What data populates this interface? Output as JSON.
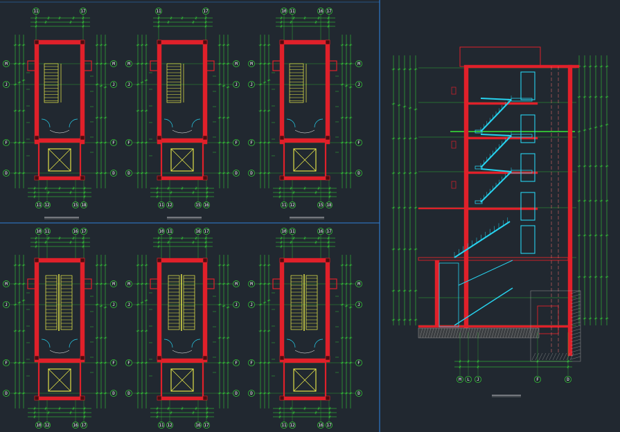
{
  "colors": {
    "background": "#212830",
    "dimension": "#38e838",
    "wall": "#e0202a",
    "stair": "#f2f24a",
    "section_stair": "#27d4f0",
    "elevator": "#f2f24a",
    "text": "#ffffff",
    "divider": "#2f7fd8",
    "ground_hatch": "#9a9a9a",
    "cut_line": "#e06868"
  },
  "plans": [
    {
      "id": "plan-1",
      "top_axes": [
        "11",
        "17"
      ],
      "side_axes": [
        "M",
        "J",
        "F",
        "D"
      ],
      "bottom_axes": [
        "11",
        "12",
        "15",
        "18"
      ],
      "stair_color": "yellow",
      "door_color": "cyan"
    },
    {
      "id": "plan-2",
      "top_axes": [
        "11",
        "17"
      ],
      "side_axes": [
        "M",
        "J",
        "F",
        "D"
      ],
      "bottom_axes": [
        "11",
        "12",
        "15",
        "16"
      ],
      "stair_color": "yellow",
      "door_color": "cyan"
    },
    {
      "id": "plan-3",
      "top_axes": [
        "10",
        "11",
        "16",
        "17"
      ],
      "side_axes": [
        "M",
        "J",
        "F",
        "D"
      ],
      "bottom_axes": [
        "11",
        "12",
        "15",
        "18"
      ],
      "stair_color": "yellow",
      "door_color": "cyan"
    },
    {
      "id": "plan-4",
      "top_axes": [
        "10",
        "11",
        "16",
        "17"
      ],
      "side_axes": [
        "M",
        "J",
        "F",
        "D"
      ],
      "bottom_axes": [
        "10",
        "12",
        "16",
        "17"
      ],
      "stair_color": "yellow",
      "door_color": "cyan"
    },
    {
      "id": "plan-5",
      "top_axes": [
        "10",
        "11",
        "16",
        "17"
      ],
      "side_axes": [
        "M",
        "J",
        "F",
        "D"
      ],
      "bottom_axes": [
        "11",
        "12",
        "16",
        "17"
      ],
      "stair_color": "yellow",
      "door_color": "cyan"
    },
    {
      "id": "plan-6",
      "top_axes": [
        "10",
        "11",
        "16",
        "17"
      ],
      "side_axes": [
        "M",
        "J",
        "F",
        "D"
      ],
      "bottom_axes": [
        "11",
        "12",
        "16",
        "17"
      ],
      "stair_color": "yellow",
      "door_color": "cyan"
    }
  ],
  "section": {
    "bottom_axes": [
      "M",
      "L",
      "J",
      "F",
      "D"
    ],
    "stair_color": "cyan"
  }
}
